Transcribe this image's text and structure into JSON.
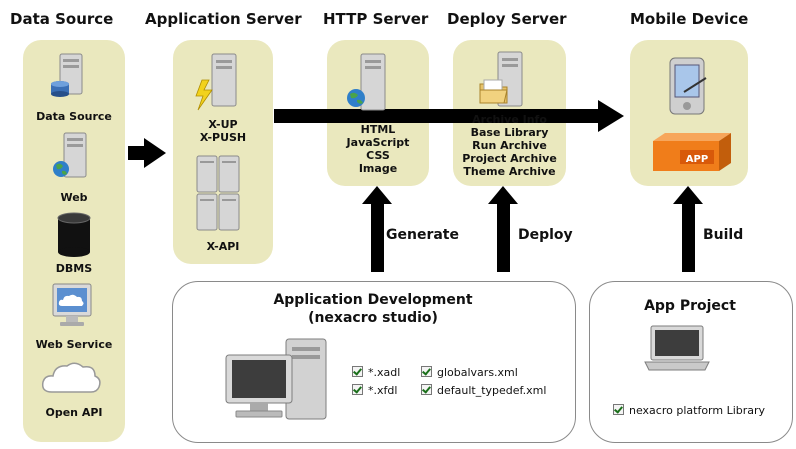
{
  "headers": {
    "data_source": "Data Source",
    "application_server": "Application Server",
    "http_server": "HTTP Server",
    "deploy_server": "Deploy Server",
    "mobile_device": "Mobile Device"
  },
  "data_source_items": [
    "Data Source",
    "Web",
    "DBMS",
    "Web Service",
    "Open API"
  ],
  "app_server": {
    "line1": "X-UP",
    "line2": "X-PUSH",
    "line3": "X-API"
  },
  "http_server": {
    "items": [
      "HTML",
      "JavaScript",
      "CSS",
      "Image"
    ]
  },
  "deploy_server": {
    "items": [
      "Archive Info",
      "Base Library",
      "Run Archive",
      "Project Archive",
      "Theme Archive"
    ]
  },
  "mobile_device": {
    "app_badge": "APP"
  },
  "arrows": {
    "generate": "Generate",
    "deploy": "Deploy",
    "build": "Build"
  },
  "app_dev": {
    "title_line1": "Application Development",
    "title_line2": "(nexacro studio)",
    "files_left": [
      "*.xadl",
      "*.xfdl"
    ],
    "files_right": [
      "globalvars.xml",
      "default_typedef.xml"
    ]
  },
  "app_project": {
    "title": "App Project",
    "library": "nexacro platform Library"
  },
  "colors": {
    "panel": "#eae8be",
    "arrow": "#000000",
    "app_orange": "#f07d1a"
  }
}
